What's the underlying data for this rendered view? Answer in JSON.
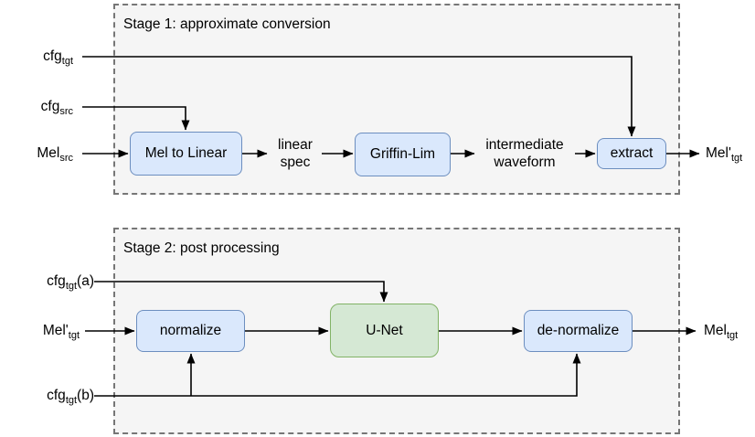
{
  "diagram": {
    "colors": {
      "container_fill": "#f5f5f5",
      "container_border": "#767676",
      "process_fill": "#dae8fc",
      "process_border": "#6c8ebf",
      "unet_fill": "#d5e8d4",
      "unet_border": "#82b366",
      "line": "#000000"
    },
    "stage1": {
      "title": "Stage 1: approximate conversion",
      "inputs": [
        {
          "base": "cfg",
          "sub": "tgt",
          "suffix": ""
        },
        {
          "base": "cfg",
          "sub": "src",
          "suffix": ""
        },
        {
          "base": "Mel",
          "sub": "src",
          "suffix": ""
        }
      ],
      "nodes": [
        {
          "label": "Mel to Linear"
        },
        {
          "label": "Griffin-Lim"
        },
        {
          "label": "extract"
        }
      ],
      "flow_labels": [
        {
          "line1": "linear",
          "line2": "spec"
        },
        {
          "line1": "intermediate",
          "line2": "waveform"
        }
      ],
      "output": {
        "base": "Mel'",
        "sub": "tgt"
      }
    },
    "stage2": {
      "title": "Stage 2: post processing",
      "inputs": [
        {
          "base": "cfg",
          "sub": "tgt",
          "suffix": "(a)"
        },
        {
          "base": "Mel'",
          "sub": "tgt",
          "suffix": ""
        },
        {
          "base": "cfg",
          "sub": "tgt",
          "suffix": "(b)"
        }
      ],
      "nodes": [
        {
          "label": "normalize"
        },
        {
          "label": "U-Net"
        },
        {
          "label": "de-normalize"
        }
      ],
      "output": {
        "base": "Mel",
        "sub": "tgt"
      }
    }
  }
}
